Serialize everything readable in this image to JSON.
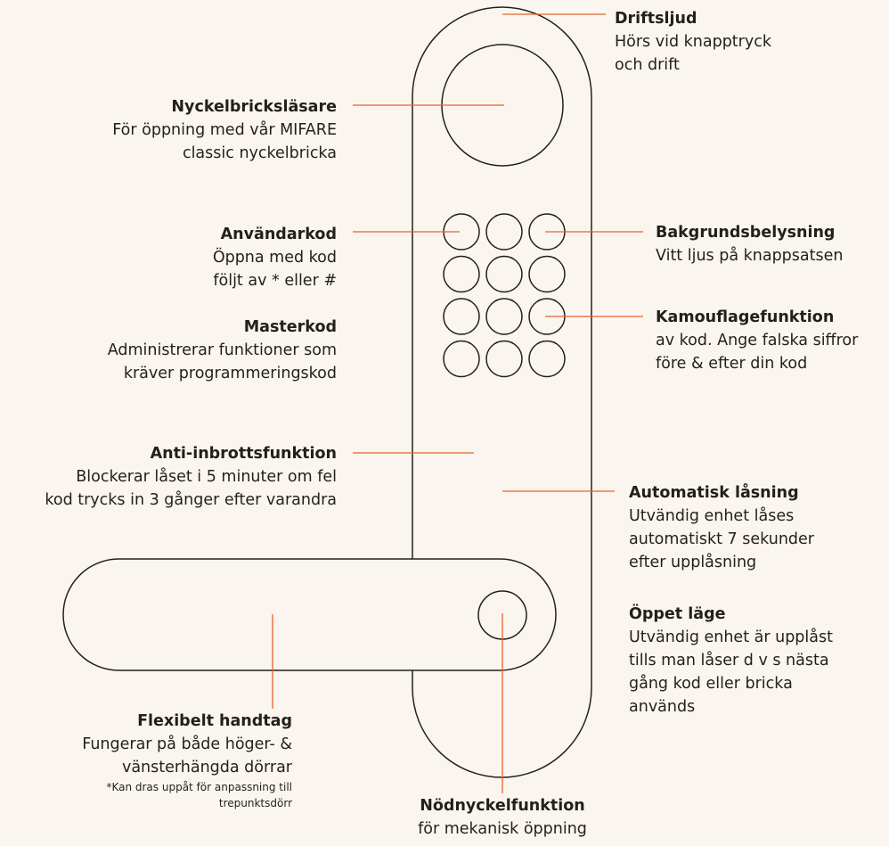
{
  "callouts": {
    "driftsljud": {
      "title": "Driftsljud",
      "lines": [
        "Hörs vid knapptryck",
        "och drift"
      ]
    },
    "nyckelbricka": {
      "title": "Nyckelbricksläsare",
      "lines": [
        "För öppning med vår MIFARE",
        "classic nyckelbricka"
      ]
    },
    "anvandarkod": {
      "title": "Användarkod",
      "lines": [
        "Öppna med kod",
        "följt av * eller #"
      ]
    },
    "masterkod": {
      "title": "Masterkod",
      "lines": [
        "Administrerar funktioner som",
        "kräver programmeringskod"
      ]
    },
    "antiinbrott": {
      "title": "Anti-inbrottsfunktion",
      "lines": [
        "Blockerar låset i 5 minuter om fel",
        "kod trycks in 3 gånger efter varandra"
      ]
    },
    "bakgrund": {
      "title": "Bakgrundsbelysning",
      "lines": [
        "Vitt ljus på knappsatsen"
      ]
    },
    "kamouflage": {
      "title": "Kamouflagefunktion",
      "lines": [
        "av kod. Ange falska siffror",
        "före & efter din kod"
      ]
    },
    "automatisk": {
      "title": "Automatisk låsning",
      "lines": [
        "Utvändig enhet låses",
        "automatiskt 7 sekunder",
        "efter upplåsning"
      ]
    },
    "oppet": {
      "title": "Öppet läge",
      "lines": [
        "Utvändig enhet är upplåst",
        "tills man låser d v s nästa",
        "gång kod eller bricka",
        "används"
      ]
    },
    "handtag": {
      "title": "Flexibelt handtag",
      "lines": [
        "Fungerar på både höger- &",
        "vänsterhängda dörrar"
      ],
      "notes": [
        "*Kan dras uppåt för anpassning till",
        "trepunktsdörr"
      ]
    },
    "nodnyckel": {
      "title": "Nödnyckelfunktion",
      "lines": [
        "för mekanisk öppning"
      ]
    }
  },
  "colors": {
    "accent": "#e8622a",
    "outline": "#231f1b",
    "background": "#faf6ef"
  },
  "keypad": {
    "rows": 4,
    "cols": 3
  }
}
